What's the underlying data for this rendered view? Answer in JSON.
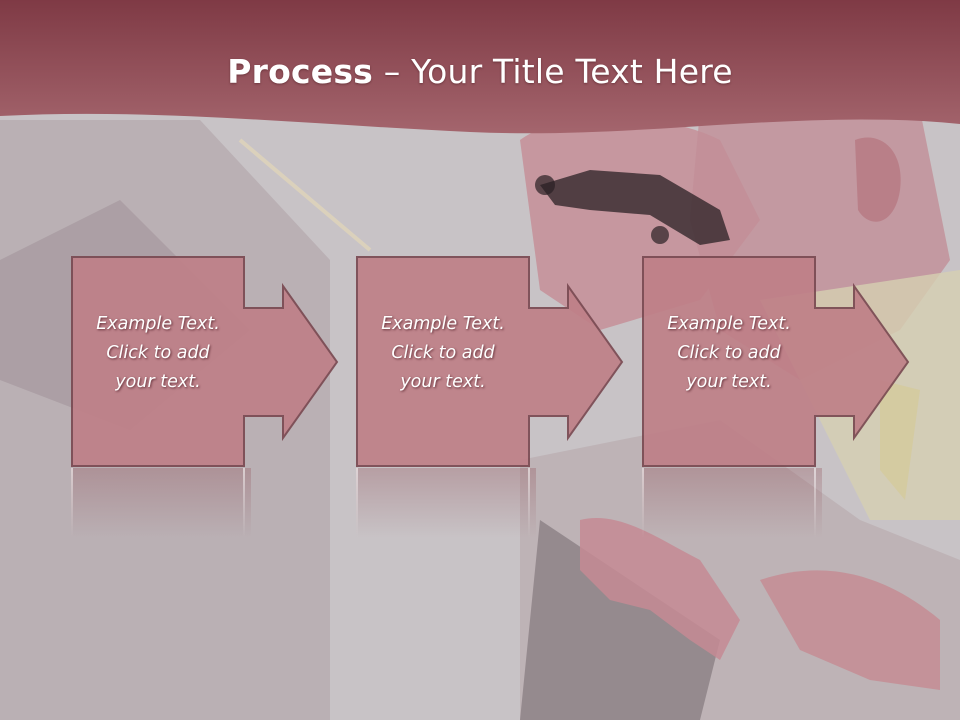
{
  "slide": {
    "title_bold": "Process",
    "title_rest": " – Your Title Text Here",
    "steps": [
      {
        "text": "Example Text.\nClick  to add\nyour text."
      },
      {
        "text": "Example Text.\nClick  to add\nyour text."
      },
      {
        "text": "Example Text.\nClick  to add\nyour text."
      }
    ]
  },
  "colors": {
    "header": "#8c3f4b",
    "shape_fill": "#bf8088",
    "shape_border": "#7a4a52",
    "background": "#c9c4c7"
  }
}
